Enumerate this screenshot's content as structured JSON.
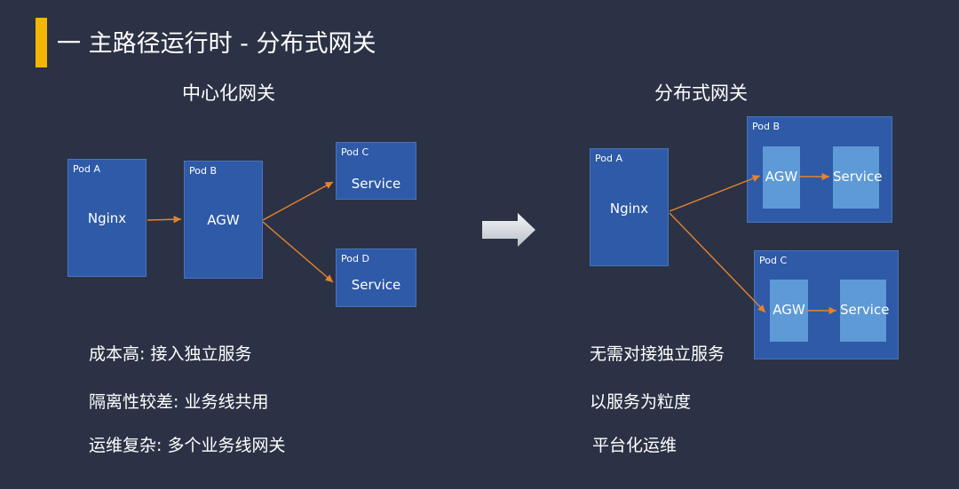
{
  "slide": {
    "title": "一 主路径运行时 - 分布式网关",
    "accent_color": "#f2b705",
    "background_color": "#2b3245"
  },
  "left": {
    "heading": "中心化网关",
    "pods": {
      "a": {
        "label": "Pod A",
        "text": "Nginx"
      },
      "b": {
        "label": "Pod B",
        "text": "AGW"
      },
      "c": {
        "label": "Pod C",
        "text": "Service"
      },
      "d": {
        "label": "Pod D",
        "text": "Service"
      }
    },
    "notes": [
      "成本高: 接入独立服务",
      "隔离性较差: 业务线共用",
      "运维复杂: 多个业务线网关"
    ]
  },
  "right": {
    "heading": "分布式网关",
    "pods": {
      "a": {
        "label": "Pod A",
        "text": "Nginx"
      },
      "b": {
        "label": "Pod B",
        "agw": "AGW",
        "service": "Service"
      },
      "c": {
        "label": "Pod C",
        "agw": "AGW",
        "service": "Service"
      }
    },
    "notes": [
      "无需对接独立服务",
      "以服务为粒度",
      "平台化运维"
    ]
  },
  "colors": {
    "pod_fill": "#2e5aa7",
    "inner_fill": "#5d9ad6",
    "arrow": "#e8822c"
  }
}
